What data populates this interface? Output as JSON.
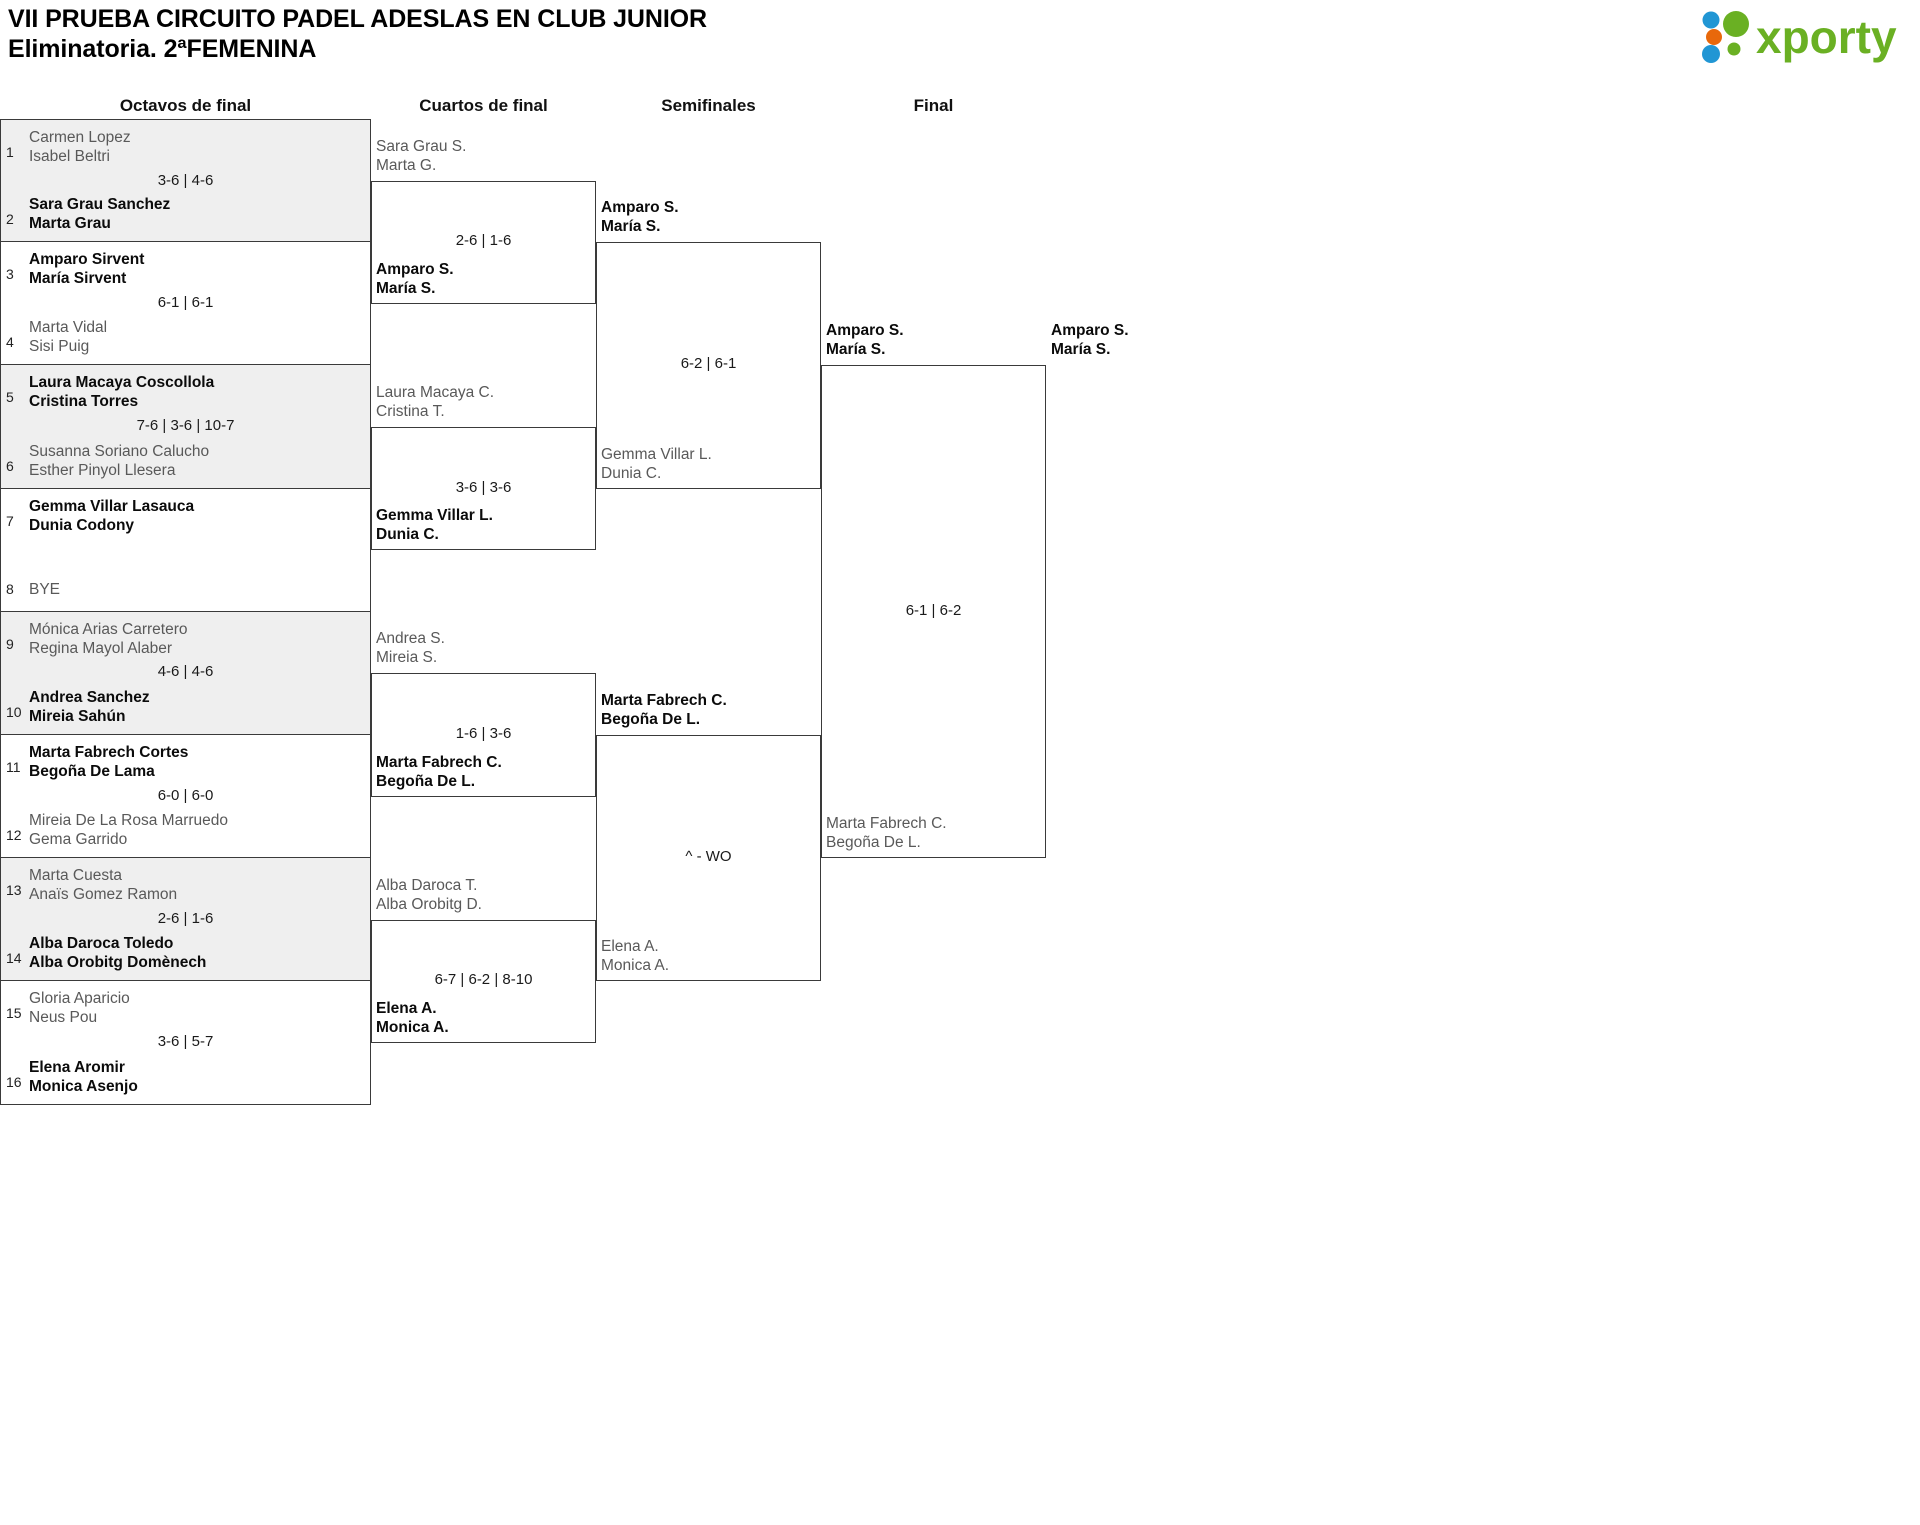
{
  "header": {
    "title_line1": "VII PRUEBA CIRCUITO PADEL ADESLAS EN CLUB JUNIOR",
    "title_line2": "Eliminatoria. 2ªFEMENINA",
    "logo_text": "xporty",
    "logo_colors": {
      "green": "#6ab023",
      "orange": "#e8680b",
      "blue": "#2196d4"
    }
  },
  "rounds": [
    {
      "label": "Octavos de final"
    },
    {
      "label": "Cuartos de final"
    },
    {
      "label": "Semifinales"
    },
    {
      "label": "Final"
    }
  ],
  "round1": {
    "matches": [
      {
        "seed_top": "1",
        "top_line1": "Carmen Lopez",
        "top_line2": "Isabel Beltri",
        "top_result": "loser",
        "seed_bot": "2",
        "bot_line1": "Sara Grau Sanchez",
        "bot_line2": "Marta Grau",
        "bot_result": "winner",
        "score": "3-6 | 4-6"
      },
      {
        "seed_top": "3",
        "top_line1": "Amparo Sirvent",
        "top_line2": "María Sirvent",
        "top_result": "winner",
        "seed_bot": "4",
        "bot_line1": "Marta Vidal",
        "bot_line2": "Sisi Puig",
        "bot_result": "loser",
        "score": "6-1 | 6-1"
      },
      {
        "seed_top": "5",
        "top_line1": "Laura Macaya Coscollola",
        "top_line2": "Cristina Torres",
        "top_result": "winner",
        "seed_bot": "6",
        "bot_line1": "Susanna Soriano Calucho",
        "bot_line2": "Esther Pinyol Llesera",
        "bot_result": "loser",
        "score": "7-6 | 3-6 | 10-7"
      },
      {
        "seed_top": "7",
        "top_line1": "Gemma Villar Lasauca",
        "top_line2": "Dunia Codony",
        "top_result": "winner",
        "seed_bot": "8",
        "bot_line1": "BYE",
        "bot_line2": "",
        "bot_result": "bye",
        "score": ""
      },
      {
        "seed_top": "9",
        "top_line1": "Mónica Arias Carretero",
        "top_line2": "Regina Mayol Alaber",
        "top_result": "loser",
        "seed_bot": "10",
        "bot_line1": "Andrea Sanchez",
        "bot_line2": "Mireia Sahún",
        "bot_result": "winner",
        "score": "4-6 | 4-6"
      },
      {
        "seed_top": "11",
        "top_line1": "Marta Fabrech Cortes",
        "top_line2": "Begoña De Lama",
        "top_result": "winner",
        "seed_bot": "12",
        "bot_line1": "Mireia De La Rosa Marruedo",
        "bot_line2": "Gema Garrido",
        "bot_result": "loser",
        "score": "6-0 | 6-0"
      },
      {
        "seed_top": "13",
        "top_line1": "Marta Cuesta",
        "top_line2": "Anaïs Gomez Ramon",
        "top_result": "loser",
        "seed_bot": "14",
        "bot_line1": "Alba Daroca Toledo",
        "bot_line2": "Alba Orobitg Domènech",
        "bot_result": "winner",
        "score": "2-6 | 1-6"
      },
      {
        "seed_top": "15",
        "top_line1": "Gloria Aparicio",
        "top_line2": "Neus Pou",
        "top_result": "loser",
        "seed_bot": "16",
        "bot_line1": "Elena Aromir",
        "bot_line2": "Monica Asenjo",
        "bot_result": "winner",
        "score": "3-6 | 5-7"
      }
    ]
  },
  "round2": {
    "matches": [
      {
        "top_line1": "Sara Grau S.",
        "top_line2": "Marta G.",
        "top_result": "loser",
        "bot_line1": "Amparo S.",
        "bot_line2": "María S.",
        "bot_result": "winner",
        "score": "2-6 | 1-6"
      },
      {
        "top_line1": "Laura Macaya C.",
        "top_line2": "Cristina T.",
        "top_result": "loser",
        "bot_line1": "Gemma Villar L.",
        "bot_line2": "Dunia C.",
        "bot_result": "winner",
        "score": "3-6 | 3-6"
      },
      {
        "top_line1": "Andrea S.",
        "top_line2": "Mireia S.",
        "top_result": "loser",
        "bot_line1": "Marta Fabrech C.",
        "bot_line2": "Begoña De L.",
        "bot_result": "winner",
        "score": "1-6 | 3-6"
      },
      {
        "top_line1": "Alba Daroca T.",
        "top_line2": "Alba Orobitg D.",
        "top_result": "loser",
        "bot_line1": "Elena A.",
        "bot_line2": "Monica A.",
        "bot_result": "winner",
        "score": "6-7 | 6-2 | 8-10"
      }
    ]
  },
  "round3": {
    "matches": [
      {
        "top_line1": "Amparo S.",
        "top_line2": "María S.",
        "top_result": "winner",
        "bot_line1": "Gemma Villar L.",
        "bot_line2": "Dunia C.",
        "bot_result": "loser",
        "score": "6-2 | 6-1"
      },
      {
        "top_line1": "Marta Fabrech C.",
        "top_line2": "Begoña De L.",
        "top_result": "winner",
        "bot_line1": "Elena A.",
        "bot_line2": "Monica A.",
        "bot_result": "loser",
        "score": "^ - WO"
      }
    ]
  },
  "round4": {
    "matches": [
      {
        "top_line1": "Amparo S.",
        "top_line2": "María S.",
        "top_result": "winner",
        "bot_line1": "Marta Fabrech C.",
        "bot_line2": "Begoña De L.",
        "bot_result": "loser",
        "score": "6-1 | 6-2"
      }
    ]
  }
}
